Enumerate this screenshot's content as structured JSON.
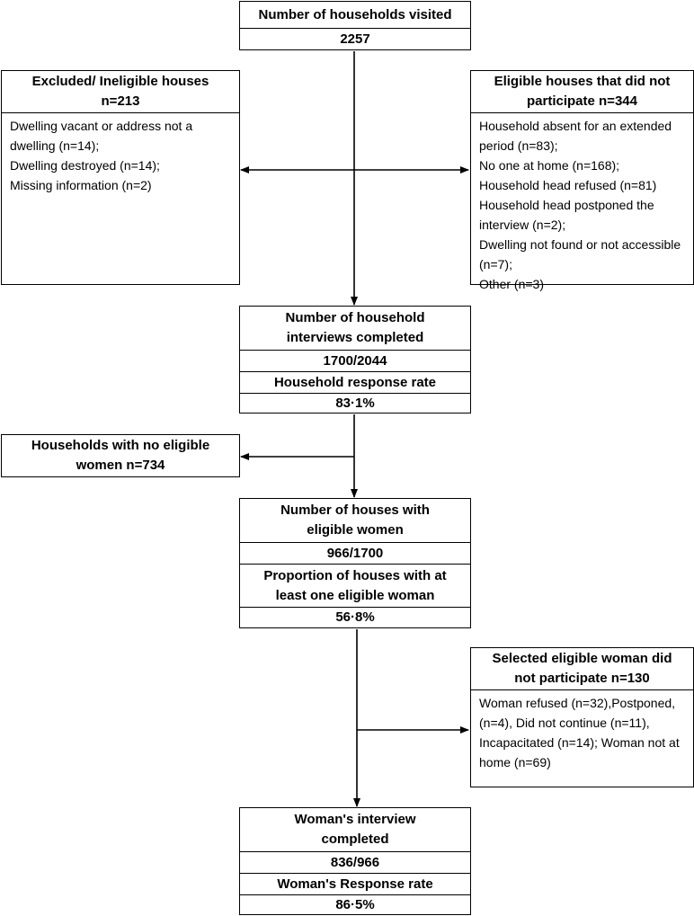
{
  "visited": {
    "label": "Number of households visited",
    "value": "2257"
  },
  "excluded": {
    "title": "Excluded/ Ineligible houses n=213",
    "items": [
      "Dwelling vacant or address not a dwelling (n=14);",
      "Dwelling destroyed (n=14);",
      "Missing information (n=2)"
    ]
  },
  "nonparticipating": {
    "title": "Eligible houses that did not participate n=344",
    "items": [
      "Household absent for an extended period (n=83);",
      "No one at home (n=168);",
      "Household head refused (n=81)",
      "Household head postponed the interview (n=2);",
      "Dwelling not found or not accessible (n=7);",
      "Other (n=3)"
    ]
  },
  "hh_interviews": {
    "label": "Number of household interviews completed",
    "value": "1700/2044",
    "rate_label": "Household response rate",
    "rate_value": "83·1%"
  },
  "no_eligible": {
    "label": "Households with no eligible women n=734"
  },
  "eligible_houses": {
    "label": "Number of houses with eligible women",
    "value": "966/1700",
    "prop_label": "Proportion of houses with at least one eligible woman",
    "prop_value": "56·8%"
  },
  "woman_nonpart": {
    "title": "Selected eligible woman did not participate n=130",
    "text": "Woman refused (n=32),Postponed, (n=4), Did not continue (n=11), Incapacitated (n=14); Woman not at home (n=69)"
  },
  "woman_interview": {
    "label": "Woman's interview completed",
    "value": "836/966",
    "rate_label": "Woman's Response rate",
    "rate_value": "86·5%"
  }
}
